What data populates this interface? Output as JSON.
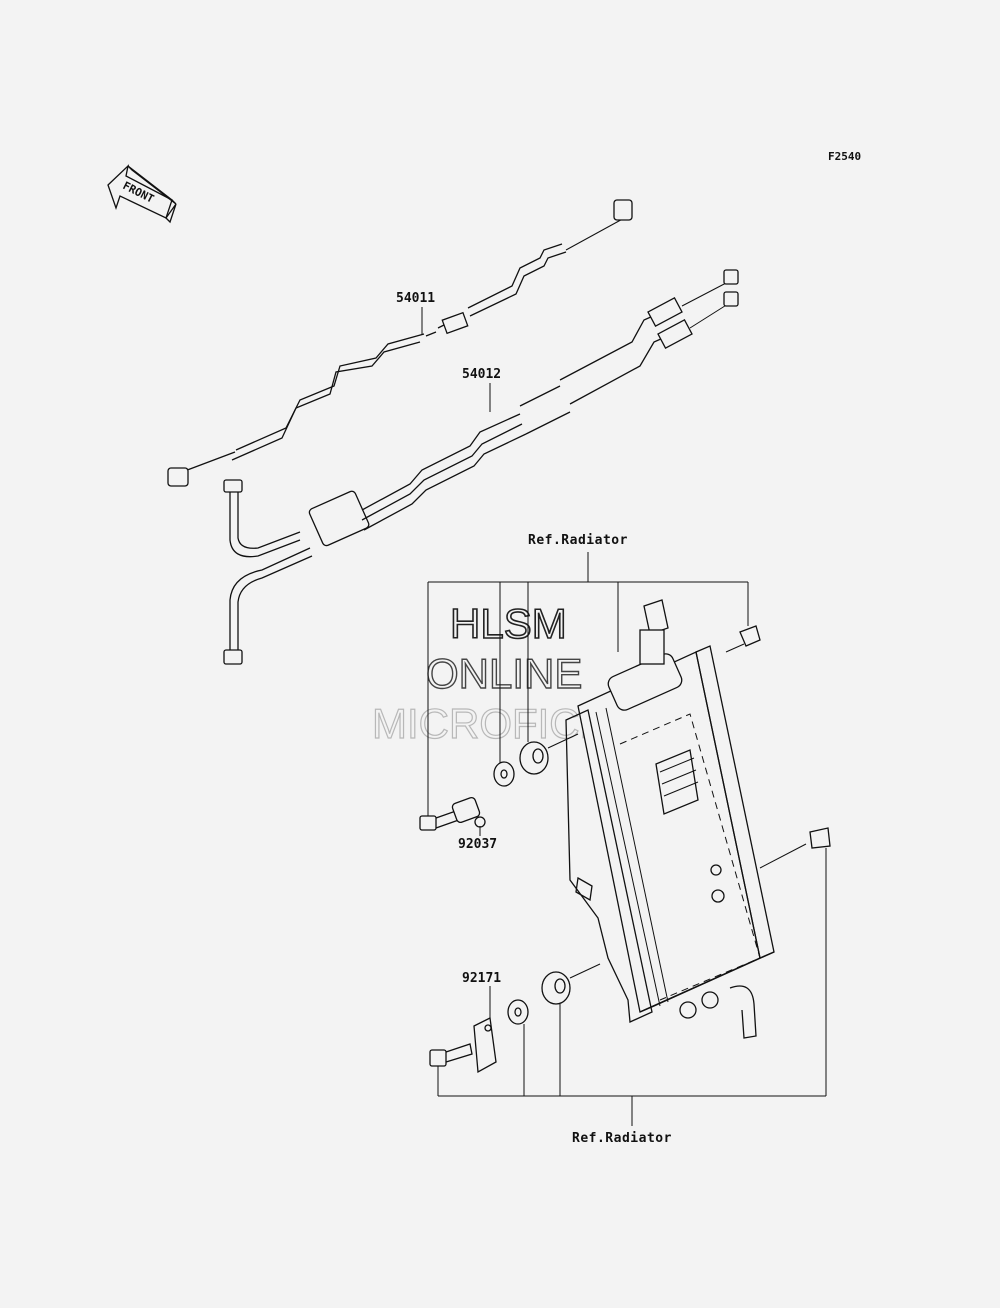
{
  "figure_code": "F2540",
  "front_arrow_label": "FRONT",
  "parts": {
    "p54011": "54011",
    "p54012": "54012",
    "p92037": "92037",
    "p92171": "92171"
  },
  "references": {
    "top": "Ref.Radiator",
    "bottom": "Ref.Radiator"
  },
  "watermark": {
    "line1": "HLSM",
    "line2": "ONLINE",
    "line3": "MICROFICHE"
  }
}
